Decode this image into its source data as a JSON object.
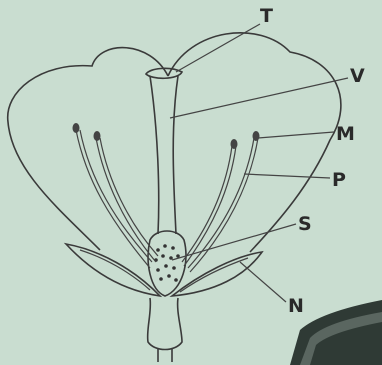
{
  "diagram": {
    "labels": {
      "T": "T",
      "V": "V",
      "M": "M",
      "P": "P",
      "S": "S",
      "N": "N"
    },
    "colors": {
      "background": "#c9ddd0",
      "ink": "#3a3a3a",
      "ovary_fill": "#d9e7dc"
    }
  }
}
